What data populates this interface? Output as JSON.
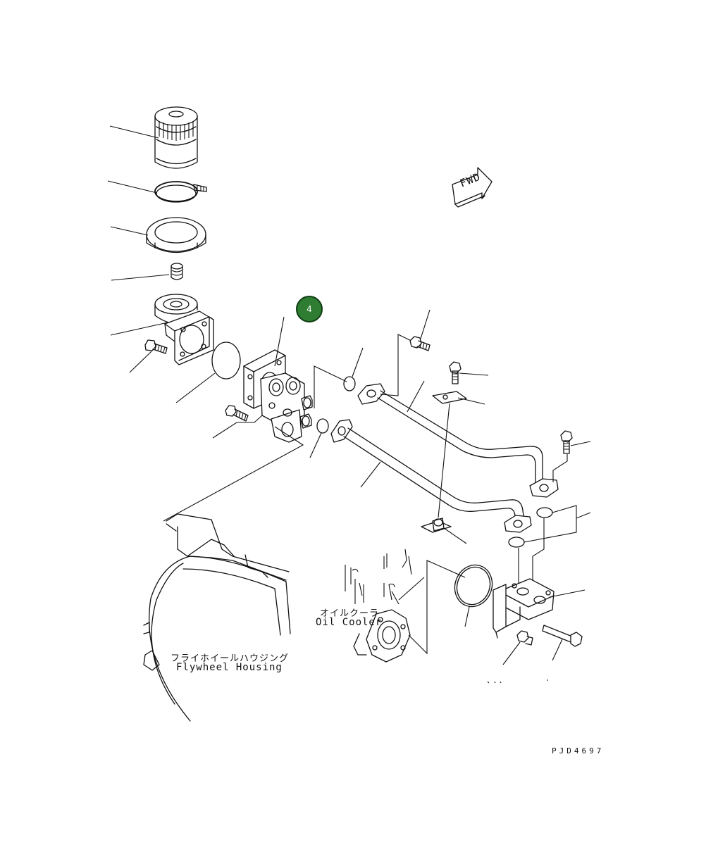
{
  "labels": {
    "oil_cooler_jp": "オイルクーラ",
    "oil_cooler_en": "Oil Cooler",
    "flywheel_housing_jp": "フライホイールハウジング",
    "flywheel_housing_en": "Flywheel Housing",
    "drawing_code": "PJD4697",
    "fwd": "FWD"
  },
  "callout": {
    "number": "4",
    "color": "#2e7d32"
  },
  "colors": {
    "line": "#111111",
    "background": "#ffffff"
  }
}
